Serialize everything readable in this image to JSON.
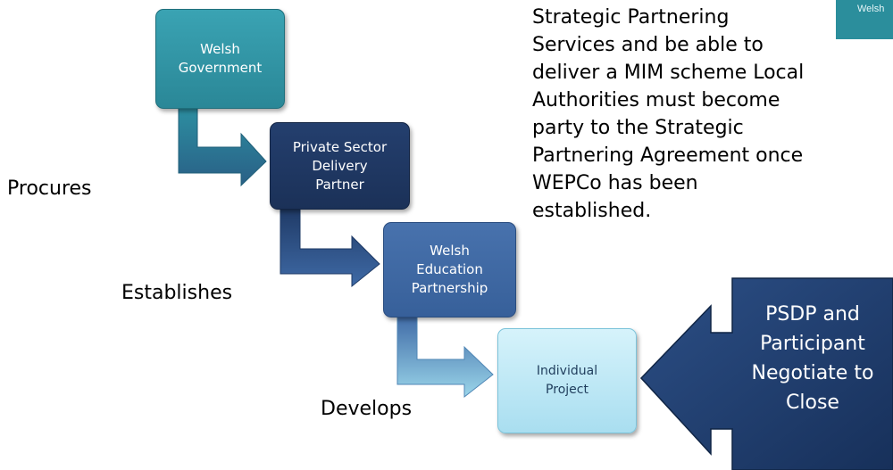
{
  "boxes": {
    "welsh_government": [
      "Welsh",
      "Government"
    ],
    "private_sector": [
      "Private Sector",
      "Delivery",
      "Partner"
    ],
    "welsh_education": [
      "Welsh",
      "Education",
      "Partnership"
    ],
    "individual_project": [
      "Individual",
      "Project"
    ]
  },
  "labels": {
    "procures": "Procures",
    "establishes": "Establishes",
    "develops": "Develops"
  },
  "description": [
    "Strategic Partnering",
    "Services and be able to",
    "deliver a MIM scheme Local",
    "Authorities must become",
    "party to the Strategic",
    "Partnering Agreement once",
    "WEPCo has been",
    "established."
  ],
  "callout": [
    "PSDP and",
    "Participant",
    "Negotiate to",
    "Close"
  ],
  "corner_badge": "Welsh",
  "colors": {
    "welsh_government": "#2f97a7",
    "private_sector": "#1f3863",
    "welsh_education": "#3f69a4",
    "individual_project": "#bde9f6",
    "callout": "#2a4d7e"
  }
}
